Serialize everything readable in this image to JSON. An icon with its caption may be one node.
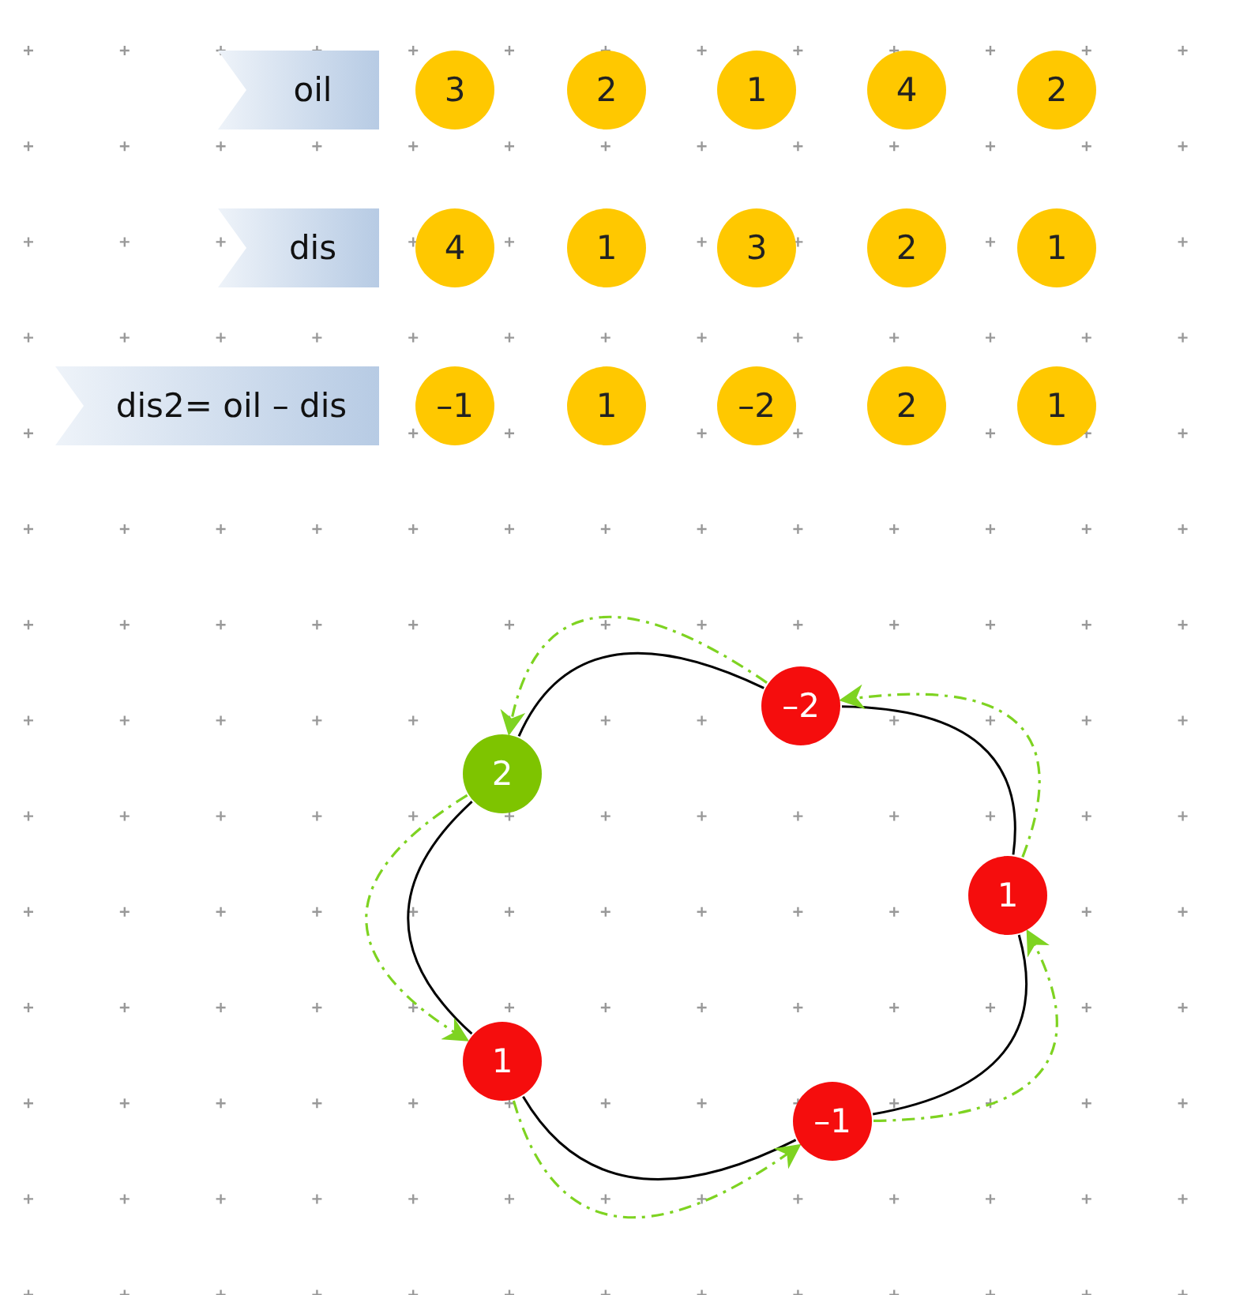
{
  "diagram": {
    "nodes": [
      {
        "text": [
          "oil"
        ]
      },
      {
        "text": [
          "3"
        ]
      },
      {
        "text": [
          "2"
        ]
      },
      {
        "text": [
          "1"
        ]
      },
      {
        "text": [
          "4"
        ]
      },
      {
        "text": [
          "2"
        ]
      },
      {
        "text": [
          "dis"
        ]
      },
      {
        "text": [
          "4"
        ]
      },
      {
        "text": [
          "1"
        ]
      },
      {
        "text": [
          "3"
        ]
      },
      {
        "text": [
          "2"
        ]
      },
      {
        "text": [
          "1"
        ]
      },
      {
        "text": [
          "dis2= oil – dis"
        ]
      },
      {
        "text": [
          "–1"
        ]
      },
      {
        "text": [
          "1"
        ]
      },
      {
        "text": [
          "–2"
        ]
      },
      {
        "text": [
          "2"
        ]
      },
      {
        "text": [
          "1"
        ]
      },
      {
        "text": [
          "–2"
        ]
      },
      {
        "text": [
          "2"
        ]
      },
      {
        "text": [
          "1"
        ]
      },
      {
        "text": [
          "1"
        ]
      },
      {
        "text": [
          "–1"
        ]
      }
    ],
    "edges": [
      {
        "from": 19,
        "to": 18,
        "arrow": "none"
      },
      {
        "from": 18,
        "to": 20,
        "arrow": "none"
      },
      {
        "from": 20,
        "to": 22,
        "arrow": "none"
      },
      {
        "from": 22,
        "to": 21,
        "arrow": "none"
      },
      {
        "from": 21,
        "to": 19,
        "arrow": "none"
      },
      {
        "from": 18,
        "to": 19,
        "arrow": "to",
        "style": "dashed",
        "color": "#7ed321"
      },
      {
        "from": 19,
        "to": 21,
        "arrow": "to",
        "style": "dashed",
        "color": "#7ed321"
      },
      {
        "from": 21,
        "to": 22,
        "arrow": "to",
        "style": "dashed",
        "color": "#7ed321"
      },
      {
        "from": 22,
        "to": 20,
        "arrow": "to",
        "style": "dashed",
        "color": "#7ed321"
      },
      {
        "from": 20,
        "to": 18,
        "arrow": "to",
        "style": "dashed",
        "color": "#7ed321"
      }
    ]
  }
}
